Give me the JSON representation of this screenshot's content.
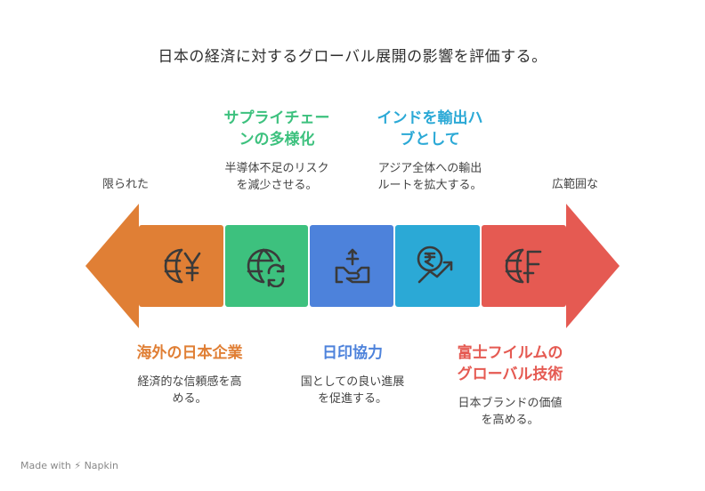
{
  "title": "日本の経済に対するグローバル展開の影響を評価する。",
  "left_end": {
    "label": "限られた",
    "color": "#E07F35"
  },
  "right_end": {
    "label": "広範囲な",
    "color": "#E55A52"
  },
  "top_items": [
    {
      "heading_line1": "サプライチェー",
      "heading_line2": "ンの多様化",
      "desc_line1": "半導体不足のリスク",
      "desc_line2": "を減少させる。",
      "color": "#3DC17E"
    },
    {
      "heading_line1": "インドを輸出ハ",
      "heading_line2": "ブとして",
      "desc_line1": "アジア全体への輸出",
      "desc_line2": "ルートを拡大する。",
      "color": "#2BA9D6"
    }
  ],
  "bottom_items": [
    {
      "heading_line1": "海外の日本企業",
      "heading_line2": "",
      "desc_line1": "経済的な信頼感を高",
      "desc_line2": "める。",
      "color": "#E07F35"
    },
    {
      "heading_line1": "日印協力",
      "heading_line2": "",
      "desc_line1": "国としての良い進展",
      "desc_line2": "を促進する。",
      "color": "#4D82DB"
    },
    {
      "heading_line1": "富士フイルムの",
      "heading_line2": "グローバル技術",
      "desc_line1": "日本ブランドの価値",
      "desc_line2": "を高める。",
      "color": "#E55A52"
    }
  ],
  "segments": [
    {
      "icon": "globe-yen-icon",
      "color": "#E07F35"
    },
    {
      "icon": "globe-refresh-icon",
      "color": "#3DC17E"
    },
    {
      "icon": "handshake-icon",
      "color": "#4D82DB"
    },
    {
      "icon": "rupee-growth-icon",
      "color": "#2BA9D6"
    },
    {
      "icon": "globe-franc-icon",
      "color": "#E55A52"
    }
  ],
  "footer": {
    "made_with": "Made with",
    "brand": "Napkin"
  }
}
